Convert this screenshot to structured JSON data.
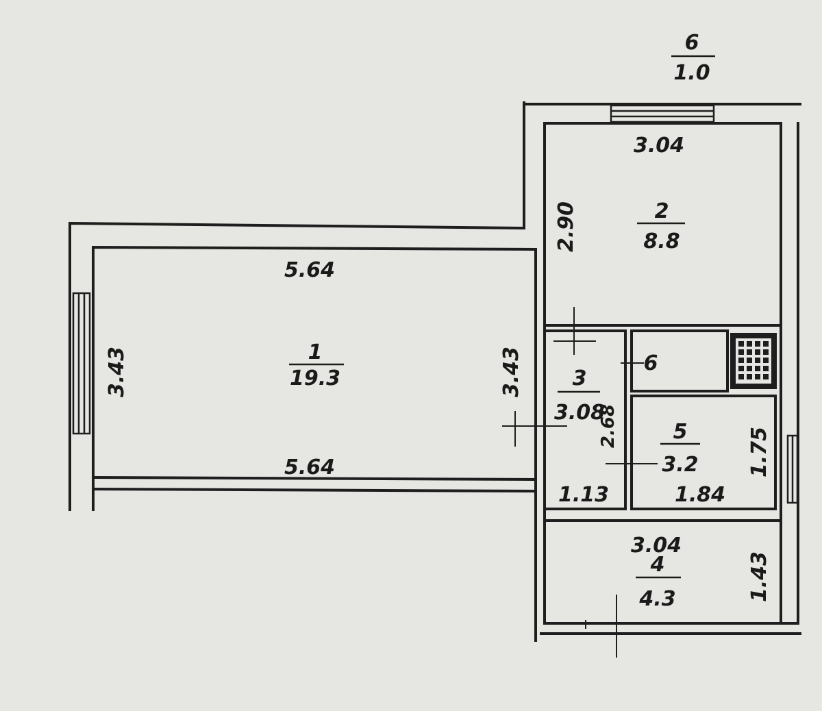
{
  "rooms": [
    {
      "number": "1",
      "area": "19.3"
    },
    {
      "number": "2",
      "area": "8.8"
    },
    {
      "number": "3",
      "area": "3.08"
    },
    {
      "number": "4",
      "area": "4.3"
    },
    {
      "number": "5",
      "area": "3.2"
    },
    {
      "number": "6",
      "area": "1.0"
    }
  ],
  "dimensions": {
    "room1_top": "5.64",
    "room1_bottom": "5.64",
    "room1_left": "3.43",
    "room1_right": "3.43",
    "room2_top": "3.04",
    "room2_side": "2.90",
    "room3_width": "1.13",
    "room3_height": "2.68",
    "room5_width": "1.84",
    "room5_height": "1.75",
    "room4_top": "3.04",
    "room4_height": "1.43",
    "closet_label": "6"
  },
  "colors": {
    "paper": "#e6e6e2",
    "ink": "#1e1e1e"
  }
}
